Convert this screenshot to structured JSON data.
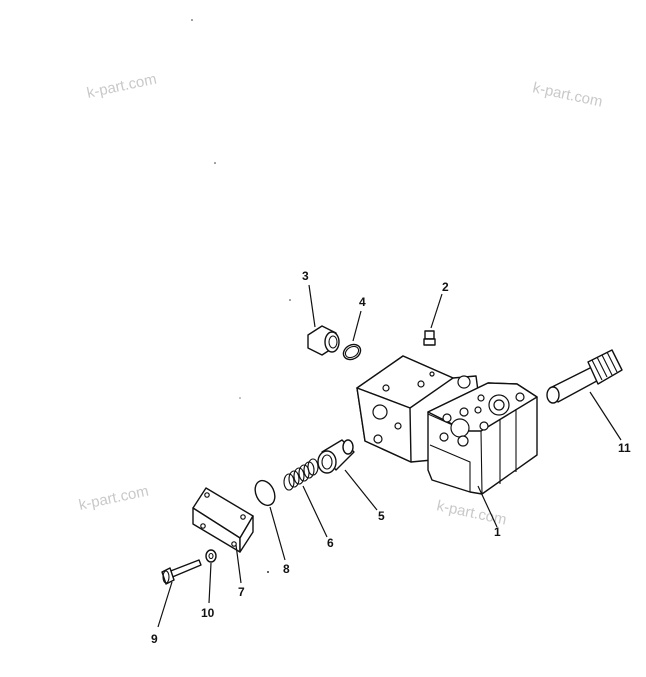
{
  "watermark": {
    "text": "k-part.com"
  },
  "callouts": {
    "c1": "1",
    "c2": "2",
    "c3": "3",
    "c4": "4",
    "c5": "5",
    "c6": "6",
    "c7": "7",
    "c8": "8",
    "c9": "9",
    "c10": "10",
    "c11": "11"
  }
}
